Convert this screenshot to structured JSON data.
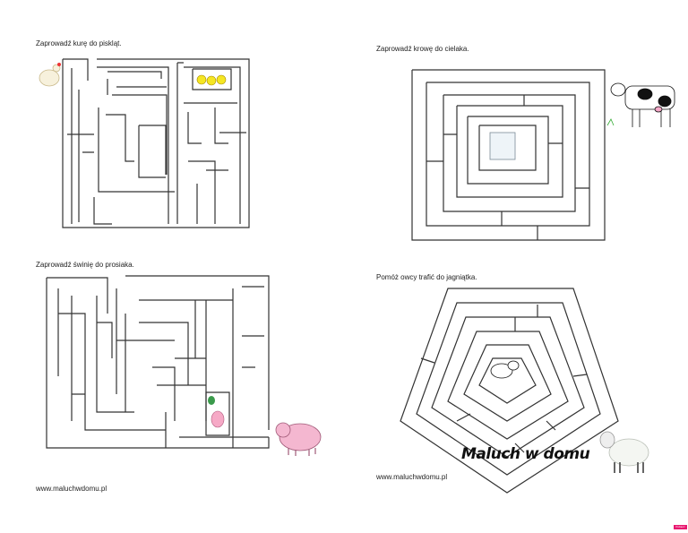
{
  "mazes": [
    {
      "instruction": "Zaprowadź kurę do piskląt."
    },
    {
      "instruction": "Zaprowadź krowę do cielaka."
    },
    {
      "instruction": "Zaprowadź świnię do prosiaka."
    },
    {
      "instruction": "Pomóż owcy trafić do jagniątka."
    }
  ],
  "footer": {
    "url_left": "www.maluchwdomu.pl",
    "url_right": "www.maluchwdomu.pl"
  },
  "logo_text": "Maluch w domu",
  "badge_text": "Pobierz",
  "colors": {
    "maze_line": "#333333",
    "badge": "#e8176f"
  }
}
